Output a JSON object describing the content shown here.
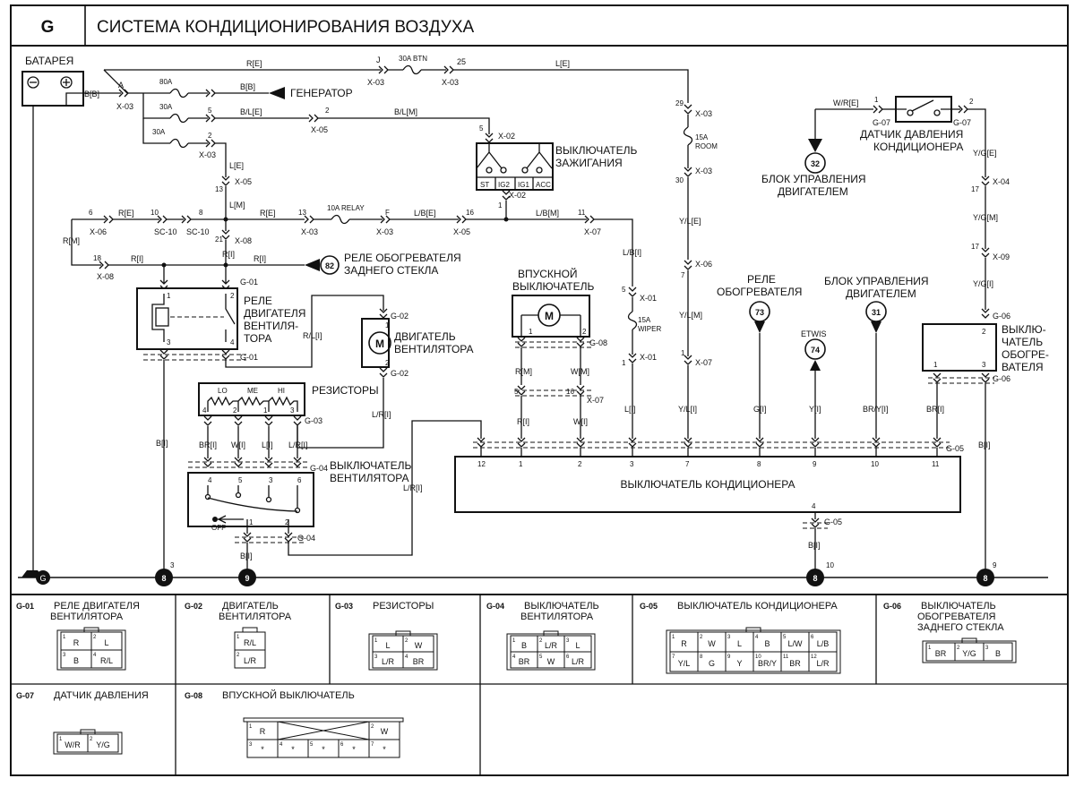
{
  "header": {
    "section": "G",
    "title": "СИСТЕМА КОНДИЦИОНИРОВАНИЯ ВОЗДУХА"
  },
  "components": {
    "battery": "БАТАРЕЯ",
    "generator": "ГЕНЕРАТОР",
    "ignition_switch": [
      "ВЫКЛЮЧАТЕЛЬ",
      "ЗАЖИГАНИЯ"
    ],
    "ignition_positions": [
      "ST",
      "IG2",
      "IG1",
      "ACC"
    ],
    "rear_heater_relay": [
      "РЕЛЕ ОБОГРЕВАТЕЛЯ",
      "ЗАДНЕГО СТЕКЛА"
    ],
    "fan_relay": [
      "РЕЛЕ",
      "ДВИГАТЕЛЯ",
      "ВЕНТИЛЯ-",
      "ТОРА"
    ],
    "fan_motor": [
      "ДВИГАТЕЛЬ",
      "ВЕНТИЛЯТОРА"
    ],
    "resistors": "РЕЗИСТОРЫ",
    "resistor_speeds": [
      "LO",
      "ME",
      "HI"
    ],
    "fan_switch": [
      "ВЫКЛЮЧАТЕЛЬ",
      "ВЕНТИЛЯТОРА"
    ],
    "off_label": "OFF",
    "intake_switch": [
      "ВПУСКНОЙ",
      "ВЫКЛЮЧАТЕЛЬ"
    ],
    "heater_relay": [
      "РЕЛЕ",
      "ОБОГРЕВАТЕЛЯ"
    ],
    "ecu": [
      "БЛОК УПРАВЛЕНИЯ",
      "ДВИГАТЕЛЕМ"
    ],
    "etwis": "ETWIS",
    "pressure_sensor": [
      "ДАТЧИК ДАВЛЕНИЯ",
      "КОНДИЦИОНЕРА"
    ],
    "heater_switch": [
      "ВЫКЛЮ-",
      "ЧАТЕЛЬ",
      "ОБОГРЕ-",
      "ВАТЕЛЯ"
    ],
    "ac_switch": "ВЫКЛЮЧАТЕЛЬ КОНДИЦИОНЕРА",
    "motor_symbol": "M"
  },
  "refs": {
    "r82": "82",
    "r32": "32",
    "r73": "73",
    "r74": "74",
    "r31": "31",
    "g8": "8",
    "g9": "9",
    "gnd": "G"
  },
  "fuses": {
    "f80": "80A",
    "f30a": "30A",
    "f30b": "30A",
    "fbtn": "30A BTN",
    "room": [
      "15A",
      "ROOM"
    ],
    "relay": "10A RELAY",
    "wiper": [
      "15A",
      "WIPER"
    ]
  },
  "wires": {
    "re": "R[E]",
    "bb": "B[B]",
    "ble": "B/L[E]",
    "blm": "B/L[M]",
    "le": "L[E]",
    "lm": "L[M]",
    "lbe": "L/B[E]",
    "lbm": "L/B[M]",
    "lbi": "L/B[I]",
    "rm": "R[M]",
    "ri": "R[I]",
    "rli": "R/L[I]",
    "lri": "L/R[I]",
    "bi": "B[I]",
    "bri": "BR[I]",
    "wi": "W[I]",
    "li": "L[I]",
    "rmm": "R[M]",
    "wm": "W[M]",
    "wre": "W/R[E]",
    "yge": "Y/G[E]",
    "ygm": "Y/G[M]",
    "ygi": "Y/G[I]",
    "yle": "Y/L[E]",
    "ylm": "Y/L[M]",
    "yli": "Y/L[I]",
    "gi": "G[I]",
    "yi": "Y[I]",
    "bryi": "BR/Y[I]"
  },
  "connectors": {
    "x03": "X-03",
    "x05": "X-05",
    "x02": "X-02",
    "x06": "X-06",
    "x07": "X-07",
    "x08": "X-08",
    "x04": "X-04",
    "x09": "X-09",
    "x01": "X-01",
    "sc10": "SC-10",
    "g01": "G-01",
    "g02": "G-02",
    "g03": "G-03",
    "g04": "G-04",
    "g05": "G-05",
    "g06": "G-06",
    "g07": "G-07",
    "g08": "G-08"
  },
  "pins": {
    "A": "A",
    "J": "J",
    "F": "F",
    "n1": "1",
    "n2": "2",
    "n3": "3",
    "n4": "4",
    "n5": "5",
    "n6": "6",
    "n7": "7",
    "n8": "8",
    "n9": "9",
    "n10": "10",
    "n11": "11",
    "n12": "12",
    "n13": "13",
    "n16": "16",
    "n17": "17",
    "n18": "18",
    "n21": "21",
    "n25": "25",
    "n29": "29",
    "n30": "30"
  },
  "legend": [
    {
      "code": "G-01",
      "name": [
        "РЕЛЕ ДВИГАТЕЛЯ",
        "ВЕНТИЛЯТОРА"
      ],
      "cells": [
        [
          "1",
          "R"
        ],
        [
          "2",
          "L"
        ],
        [
          "3",
          "B"
        ],
        [
          "4",
          "R/L"
        ]
      ]
    },
    {
      "code": "G-02",
      "name": [
        "ДВИГАТЕЛЬ",
        "ВЕНТИЛЯТОРА"
      ],
      "cells": [
        [
          "1",
          "R/L"
        ],
        [
          "2",
          "L/R"
        ]
      ]
    },
    {
      "code": "G-03",
      "name": [
        "РЕЗИСТОРЫ"
      ],
      "cells": [
        [
          "1",
          "L"
        ],
        [
          "2",
          "W"
        ],
        [
          "3",
          "L/R"
        ],
        [
          "4",
          "BR"
        ]
      ]
    },
    {
      "code": "G-04",
      "name": [
        "ВЫКЛЮЧАТЕЛЬ",
        "ВЕНТИЛЯТОРА"
      ],
      "cells": [
        [
          "1",
          "B"
        ],
        [
          "2",
          "L/R"
        ],
        [
          "3",
          "L"
        ],
        [
          "4",
          "BR"
        ],
        [
          "5",
          "W"
        ],
        [
          "6",
          "L/R"
        ]
      ]
    },
    {
      "code": "G-05",
      "name": [
        "ВЫКЛЮЧАТЕЛЬ КОНДИЦИОНЕРА"
      ],
      "cells": [
        [
          "1",
          "R"
        ],
        [
          "2",
          "W"
        ],
        [
          "3",
          "L"
        ],
        [
          "4",
          "B"
        ],
        [
          "5",
          "L/W"
        ],
        [
          "6",
          "L/B"
        ],
        [
          "7",
          "Y/L"
        ],
        [
          "8",
          "G"
        ],
        [
          "9",
          "Y"
        ],
        [
          "10",
          "BR/Y"
        ],
        [
          "11",
          "BR"
        ],
        [
          "12",
          "L/R"
        ]
      ]
    },
    {
      "code": "G-06",
      "name": [
        "ВЫКЛЮЧАТЕЛЬ",
        "ОБОГРЕВАТЕЛЯ",
        "ЗАДНЕГО СТЕКЛА"
      ],
      "cells": [
        [
          "1",
          "BR"
        ],
        [
          "2",
          "Y/G"
        ],
        [
          "3",
          "B"
        ]
      ]
    },
    {
      "code": "G-07",
      "name": [
        "ДАТЧИК ДАВЛЕНИЯ"
      ],
      "cells": [
        [
          "1",
          "W/R"
        ],
        [
          "2",
          "Y/G"
        ]
      ]
    },
    {
      "code": "G-08",
      "name": [
        "ВПУСКНОЙ ВЫКЛЮЧАТЕЛЬ"
      ],
      "cells": [
        [
          "1",
          "R"
        ],
        [
          "2",
          "W"
        ],
        [
          "3",
          "*"
        ],
        [
          "4",
          "*"
        ],
        [
          "5",
          "*"
        ],
        [
          "6",
          "*"
        ],
        [
          "7",
          "*"
        ]
      ]
    }
  ]
}
